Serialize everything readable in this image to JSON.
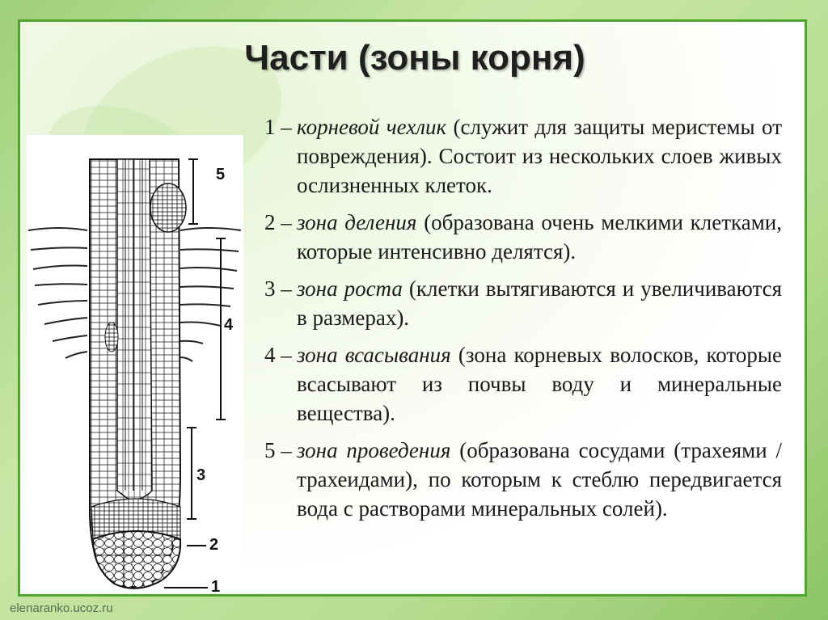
{
  "title": "Части (зоны корня)",
  "zones": {
    "label_5": "5",
    "label_4": "4",
    "label_3": "3",
    "label_2": "2",
    "label_1": "1"
  },
  "items": [
    {
      "number": "1 –",
      "term": "корневой чехлик",
      "text": " (служит для защиты меристемы от повреждения). Состоит из нескольких слоев живых ослизненных клеток."
    },
    {
      "number": "2 –",
      "term": "зона деления",
      "text": " (образована очень мелкими клетками, которые интенсивно делятся)."
    },
    {
      "number": "3 –",
      "term": "зона роста",
      "text": " (клетки вытягиваются и увеличиваются в размерах)."
    },
    {
      "number": "4 –",
      "term": "зона всасывания",
      "text": " (зона корневых волосков, которые всасывают из почвы воду и минеральные вещества)."
    },
    {
      "number": "5 –",
      "term": "зона проведения",
      "text": " (образована сосудами (трахеями / трахеидами), по которым  к стеблю передвигается вода с растворами минеральных солей)."
    }
  ],
  "footer": "elenaranko.ucoz.ru",
  "colors": {
    "border": "#4fa52d",
    "background": "#b6dd8f",
    "text": "#1a1a1a"
  }
}
